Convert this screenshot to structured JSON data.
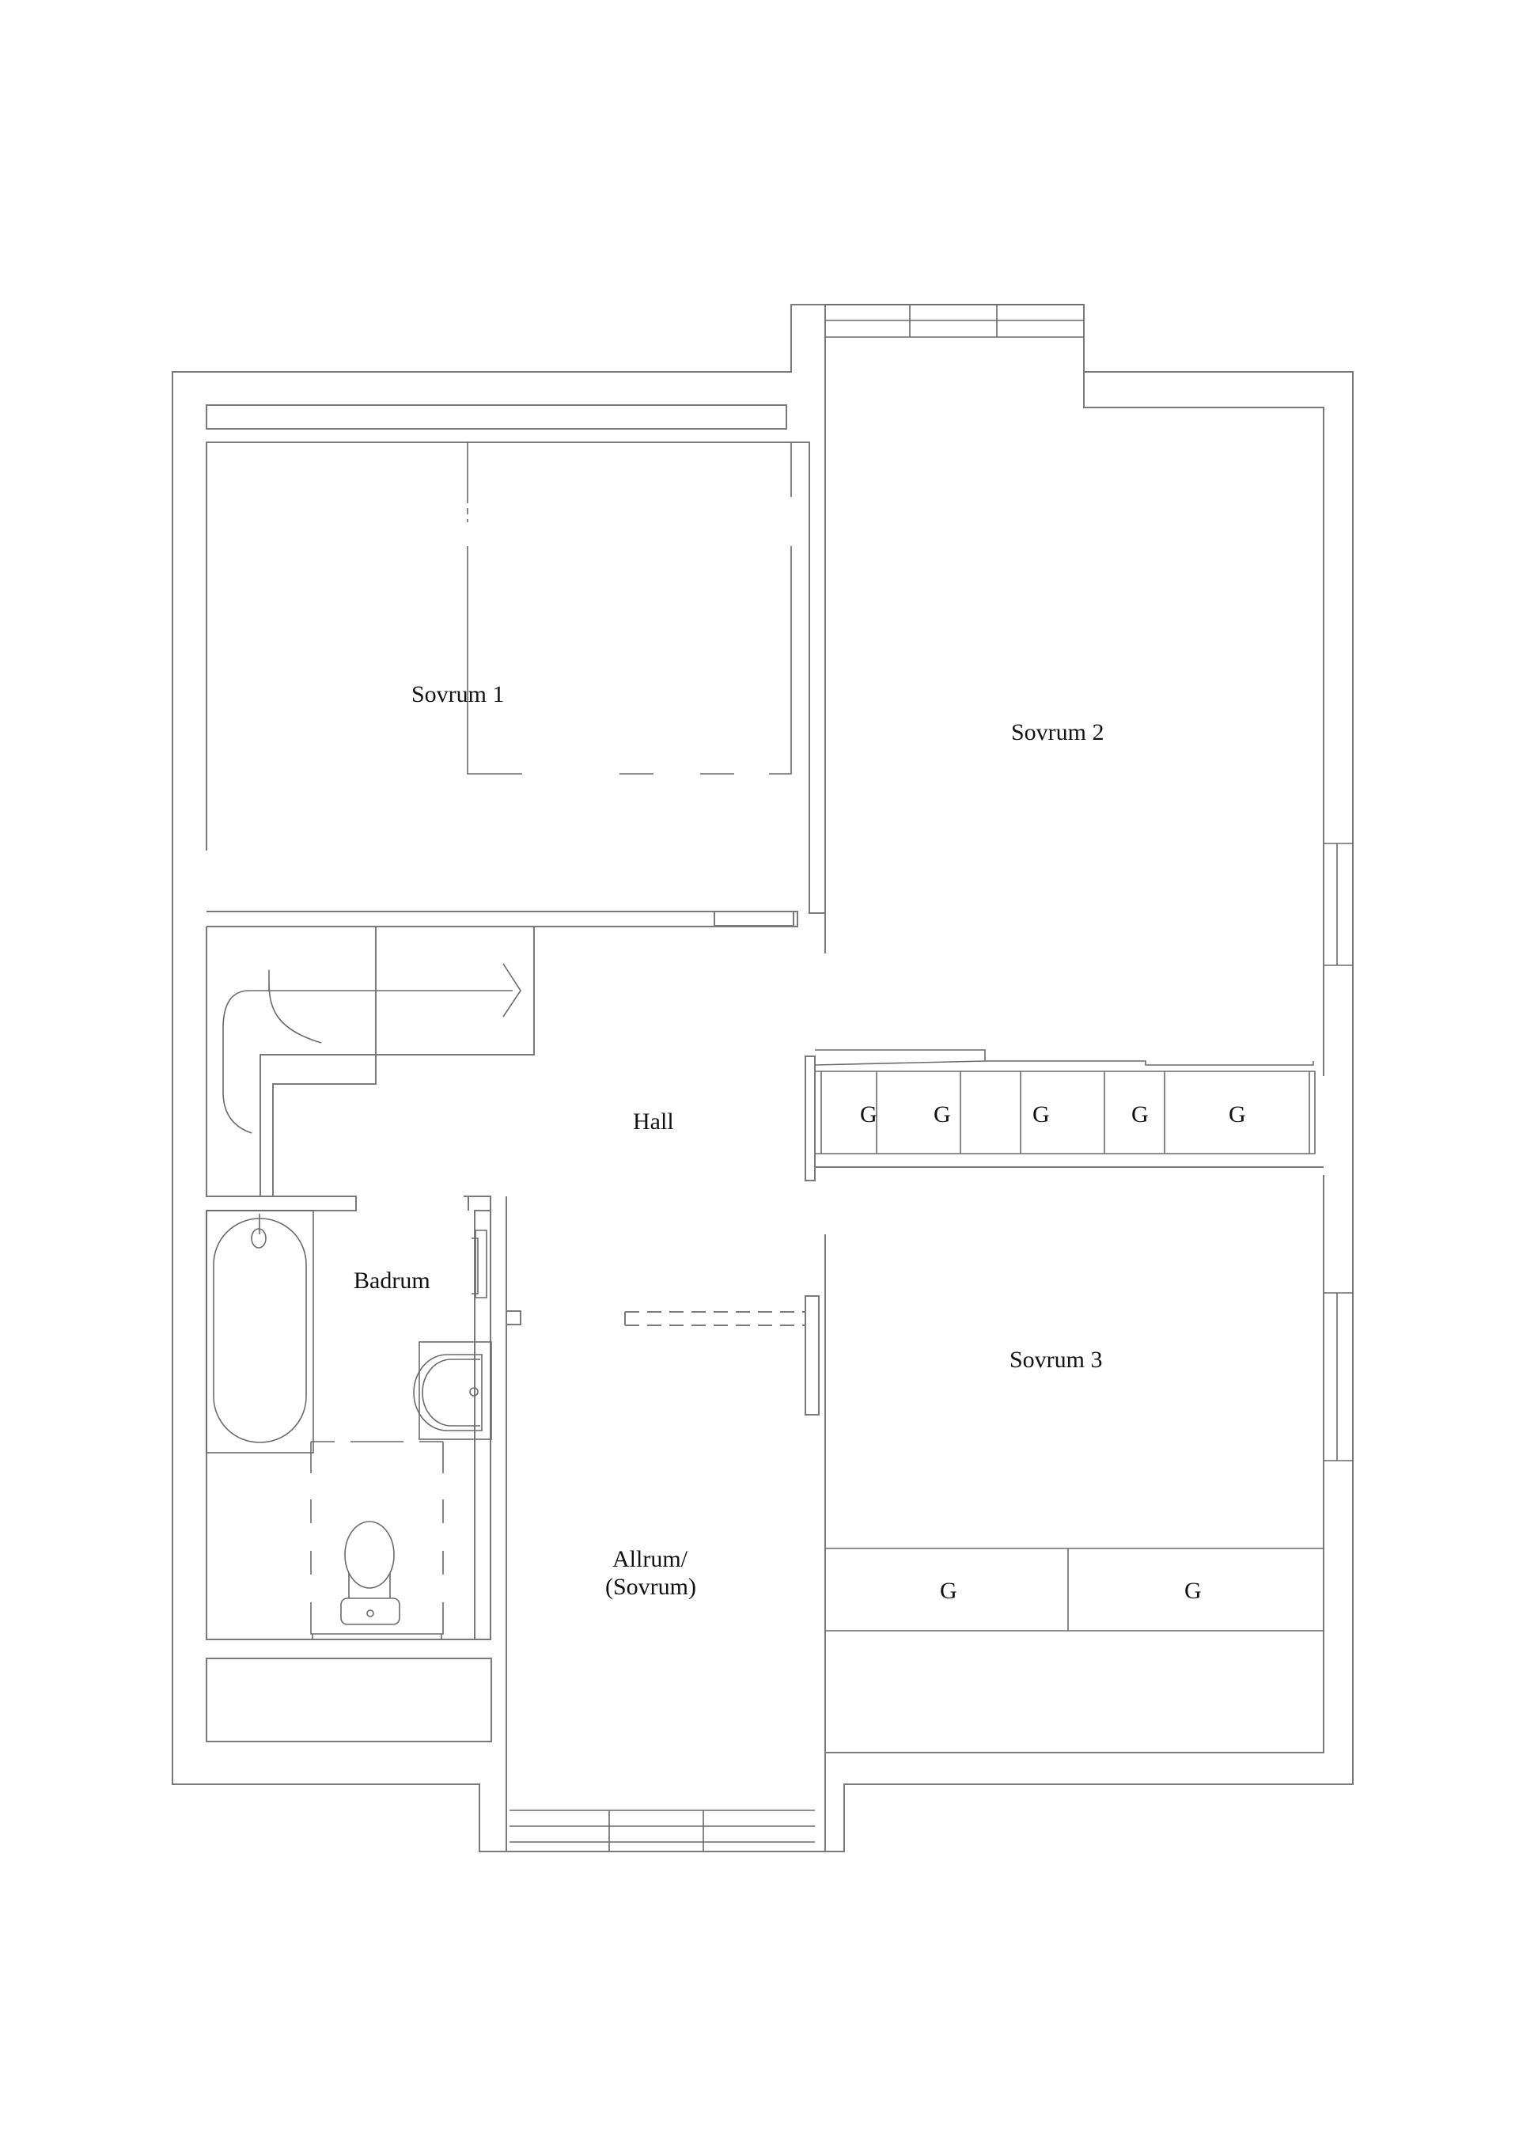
{
  "plan": {
    "title": "",
    "rooms": [
      {
        "id": "sovrum1",
        "label": "Sovrum 1"
      },
      {
        "id": "sovrum2",
        "label": "Sovrum 2"
      },
      {
        "id": "hall",
        "label": "Hall"
      },
      {
        "id": "badrum",
        "label": "Badrum"
      },
      {
        "id": "sovrum3",
        "label": "Sovrum 3"
      },
      {
        "id": "allrum",
        "label_line1": "Allrum/",
        "label_line2": "(Sovrum)"
      }
    ],
    "hall_wardrobes": [
      "G",
      "G",
      "G",
      "G",
      "G"
    ],
    "sovrum3_wardrobes": [
      "G",
      "G"
    ],
    "colors": {
      "lines": "#7a7a7a",
      "text": "#111111",
      "background": "#ffffff"
    }
  }
}
